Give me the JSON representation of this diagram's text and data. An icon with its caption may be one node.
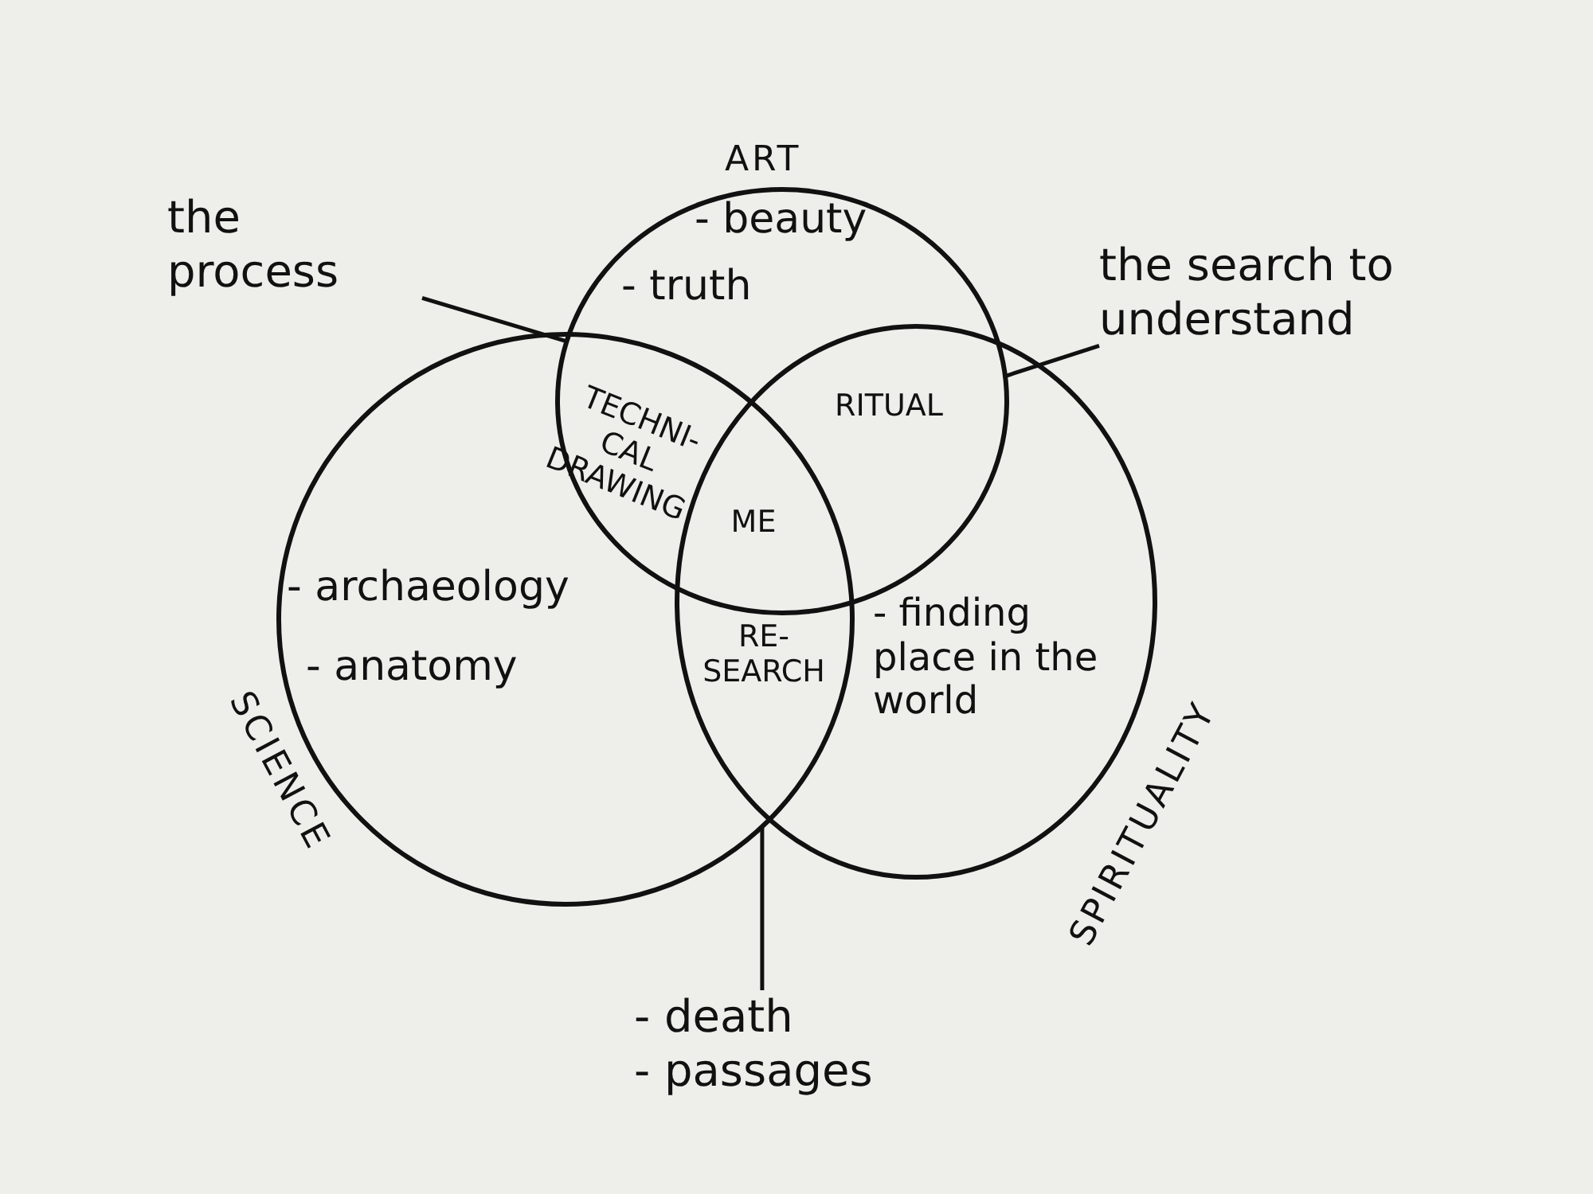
{
  "diagram": {
    "nodes": [
      {
        "text": [
          "ART",
          "- beauty",
          "- truth"
        ]
      },
      {
        "text": [
          "SCIENCE",
          "- archaeology",
          "- anatomy"
        ]
      },
      {
        "text": [
          "SPIRITUALITY",
          "- finding place in the world"
        ]
      },
      {
        "text": [
          "the process"
        ]
      },
      {
        "text": [
          "the search to understand"
        ]
      },
      {
        "text": [
          "- death",
          "- passages"
        ]
      }
    ],
    "edges": [
      {
        "from": 3,
        "to": 0,
        "arrow": "none"
      },
      {
        "from": 4,
        "to": 0,
        "arrow": "none"
      },
      {
        "from": 5,
        "to": 1,
        "arrow": "none"
      }
    ],
    "labels": [
      "TECHNI- CAL DRAWING",
      "RITUAL",
      "ME",
      "RE- SEARCH"
    ]
  }
}
